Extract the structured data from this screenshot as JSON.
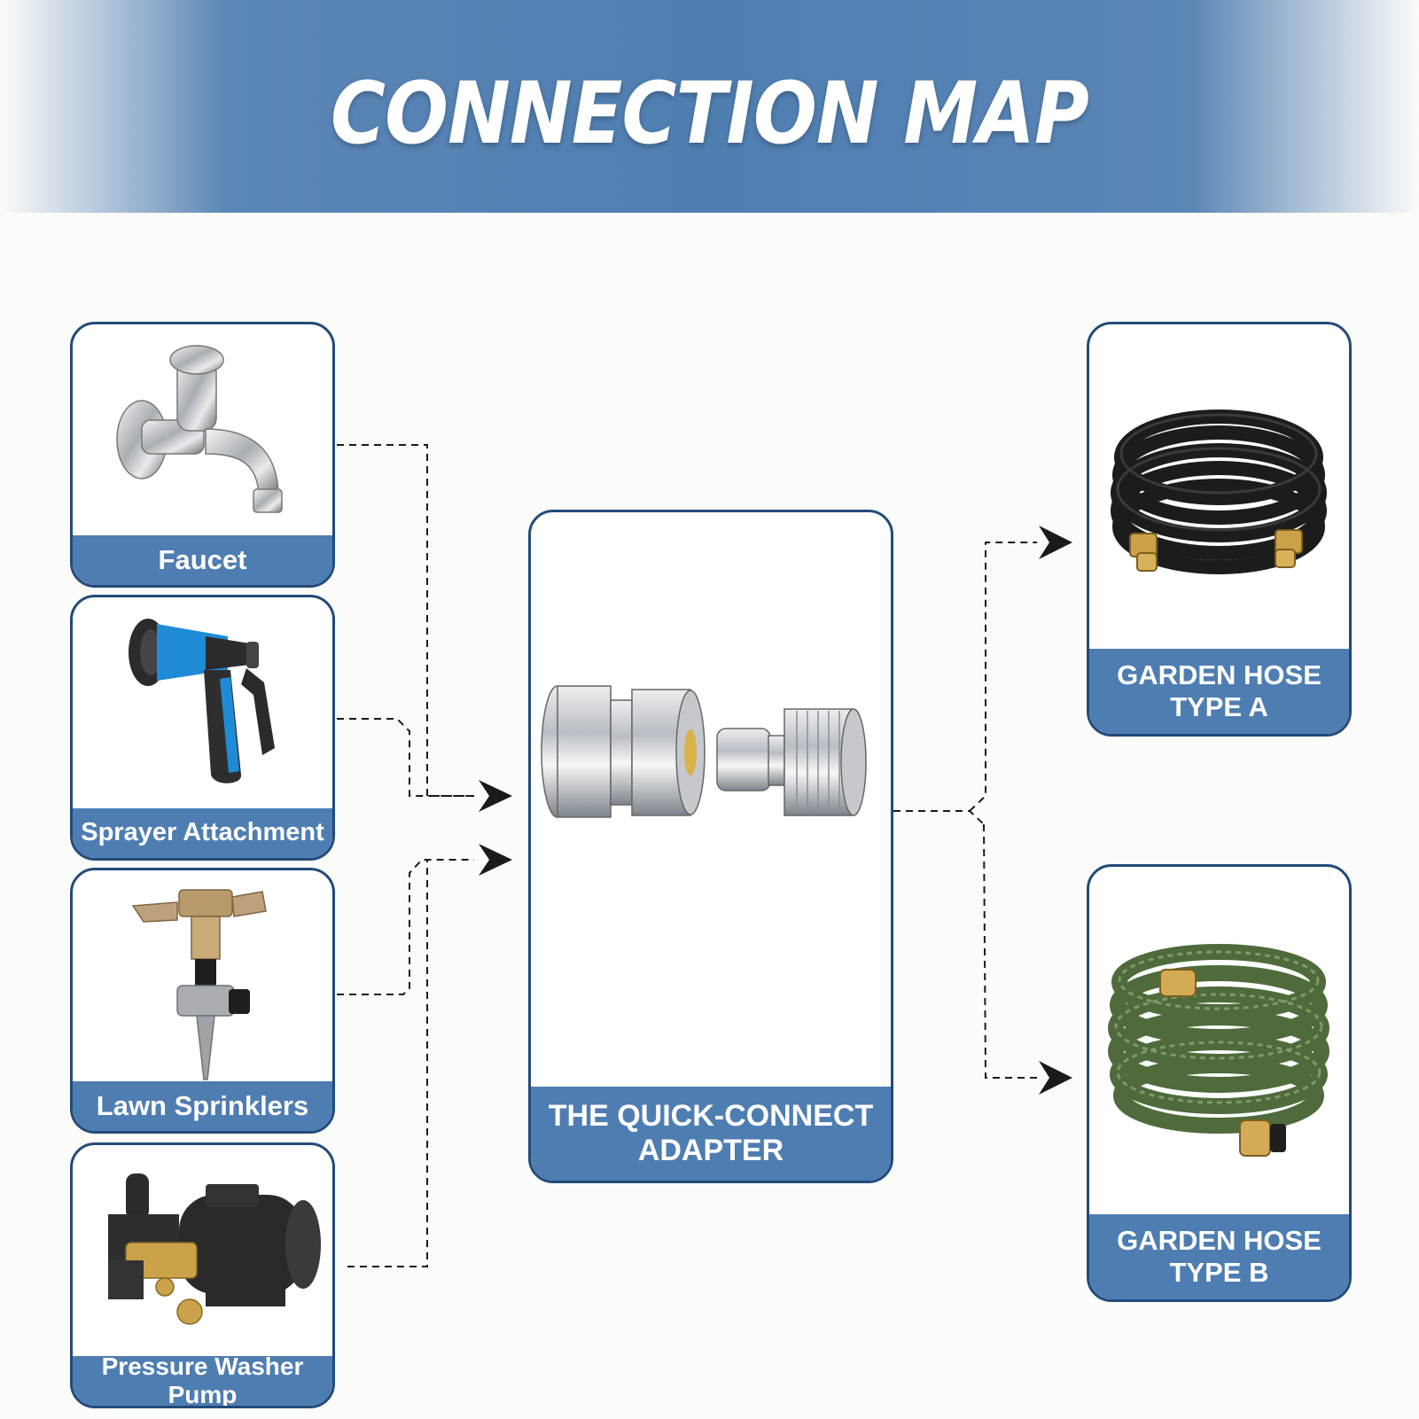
{
  "header": {
    "title": "CONNECTION MAP"
  },
  "sources": [
    {
      "label": "Faucet",
      "icon": "faucet-icon"
    },
    {
      "label": "Sprayer Attachment",
      "icon": "spray-nozzle-icon"
    },
    {
      "label": "Lawn Sprinklers",
      "icon": "sprinkler-icon"
    },
    {
      "label": "Pressure Washer Pump",
      "icon": "pump-icon"
    }
  ],
  "center": {
    "label_line1": "THE QUICK-CONNECT",
    "label_line2": "ADAPTER",
    "icon": "quick-connect-adapter-icon"
  },
  "targets": [
    {
      "label_line1": "GARDEN HOSE",
      "label_line2": "TYPE A",
      "icon": "black-hose-icon"
    },
    {
      "label_line1": "GARDEN HOSE",
      "label_line2": "TYPE B",
      "icon": "green-hose-icon"
    }
  ],
  "colors": {
    "accent": "#4e7db2",
    "border": "#234a7a",
    "connector": "#1a1a1a",
    "background": "#fbfbf9"
  }
}
